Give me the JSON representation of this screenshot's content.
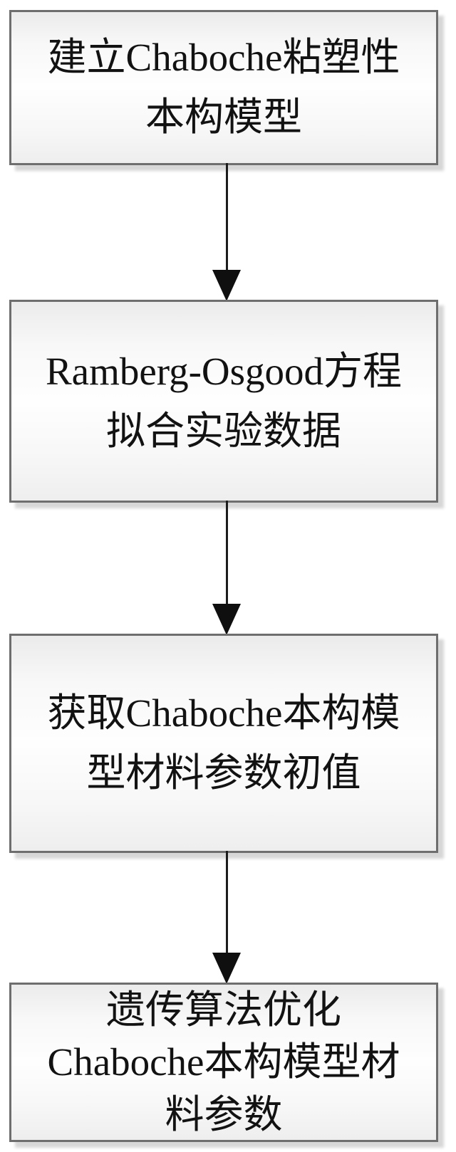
{
  "flowchart": {
    "title": "Chaboche constitutive model parameter identification flow",
    "colors": {
      "box_border": "#6e6e6e",
      "box_fill_top": "#ebebeb",
      "box_fill_middle": "#fefefe",
      "box_fill_bottom": "#eeeeee",
      "box_shadow": "#d7d7d7",
      "arrow": "#1c1c1c",
      "text": "#121212",
      "background": "#ffffff"
    },
    "nodes": [
      {
        "id": "step-1",
        "text": "建立Chaboche粘塑性本构模型",
        "lines": [
          "建立Chaboche粘塑性",
          "本构模型"
        ]
      },
      {
        "id": "step-2",
        "text": "Ramberg-Osgood方程拟合实验数据",
        "lines": [
          "Ramberg-Osgood方程",
          "拟合实验数据"
        ]
      },
      {
        "id": "step-3",
        "text": "获取Chaboche本构模型材料参数初值",
        "lines": [
          "获取Chaboche本构模",
          "型材料参数初值"
        ]
      },
      {
        "id": "step-4",
        "text": "遗传算法优化Chaboche本构模型材料参数",
        "lines": [
          "遗传算法优化",
          "Chaboche本构模型材",
          "料参数"
        ]
      }
    ],
    "connectors": [
      {
        "id": "arrow-1",
        "from": "step-1",
        "to": "step-2",
        "direction": "down"
      },
      {
        "id": "arrow-2",
        "from": "step-2",
        "to": "step-3",
        "direction": "down"
      },
      {
        "id": "arrow-3",
        "from": "step-3",
        "to": "step-4",
        "direction": "down"
      }
    ]
  }
}
